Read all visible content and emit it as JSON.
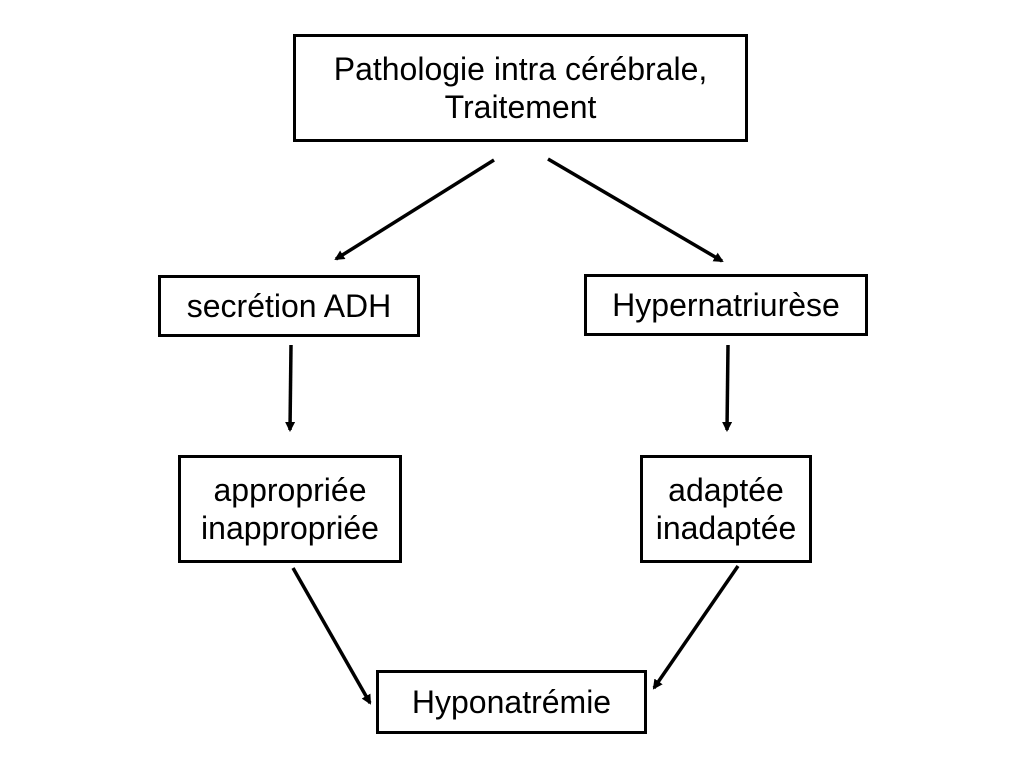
{
  "nodes": {
    "top": {
      "line1": "Pathologie intra cérébrale,",
      "line2": "Traitement"
    },
    "adh": {
      "label": "secrétion ADH"
    },
    "hypernatriurese": {
      "label": "Hypernatriurèse"
    },
    "appropriee": {
      "line1": "appropriée",
      "line2": "inappropriée"
    },
    "adaptee": {
      "line1": "adaptée",
      "line2": "inadaptée"
    },
    "hyponatremie": {
      "label": "Hyponatrémie"
    }
  },
  "colors": {
    "stroke": "#000000",
    "background": "#ffffff"
  }
}
